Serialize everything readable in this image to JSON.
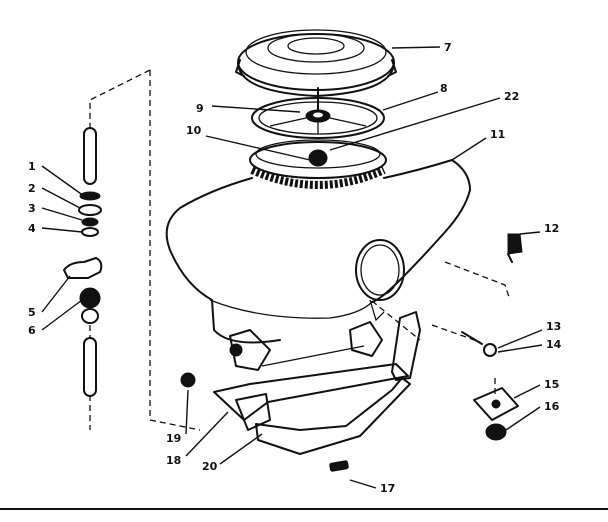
{
  "diagram": {
    "type": "exploded-parts-view",
    "callouts": [
      {
        "id": "c1",
        "label": "1"
      },
      {
        "id": "c2",
        "label": "2"
      },
      {
        "id": "c3",
        "label": "3"
      },
      {
        "id": "c4",
        "label": "4"
      },
      {
        "id": "c5",
        "label": "5"
      },
      {
        "id": "c6",
        "label": "6"
      },
      {
        "id": "c7",
        "label": "7"
      },
      {
        "id": "c8",
        "label": "8"
      },
      {
        "id": "c9",
        "label": "9"
      },
      {
        "id": "c10",
        "label": "10"
      },
      {
        "id": "c11",
        "label": "11"
      },
      {
        "id": "c12",
        "label": "12"
      },
      {
        "id": "c13",
        "label": "13"
      },
      {
        "id": "c14",
        "label": "14"
      },
      {
        "id": "c15",
        "label": "15"
      },
      {
        "id": "c16",
        "label": "16"
      },
      {
        "id": "c17",
        "label": "17"
      },
      {
        "id": "c18",
        "label": "18"
      },
      {
        "id": "c19",
        "label": "19"
      },
      {
        "id": "c20",
        "label": "20"
      },
      {
        "id": "c22",
        "label": "22"
      }
    ]
  }
}
